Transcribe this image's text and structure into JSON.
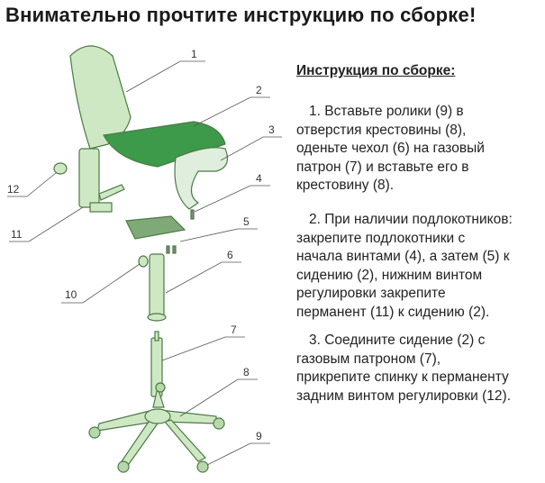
{
  "title": "Внимательно прочтите инструкцию по сборке!",
  "instructions": {
    "heading": "Инструкция по сборке:",
    "steps": [
      {
        "lines": [
          "1. Вставьте ролики (9) в",
          "отверстия крестовины (8),",
          "оденьте чехол (6) на газовый",
          "патрон (7) и вставьте его в",
          "крестовину (8)."
        ]
      },
      {
        "lines": [
          "2. При наличии подлокотников:",
          "закрепите подлокотники  с",
          "начала винтами (4), а затем (5) к",
          "сидению (2), нижним винтом",
          "регулировки закрепите",
          "перманент (11) к сидению (2)."
        ]
      },
      {
        "lines": [
          "3. Соедините сидение (2) с",
          "газовым патроном (7),",
          "прикрепите спинку к перманенту",
          "задним винтом регулировки (12)."
        ]
      }
    ]
  },
  "callouts": [
    "1",
    "2",
    "3",
    "4",
    "5",
    "6",
    "7",
    "8",
    "9",
    "10",
    "11",
    "12"
  ],
  "colors": {
    "part_fill": "#cfe8c4",
    "part_stroke": "#4a7a45",
    "seat": "#3d9a4a"
  }
}
